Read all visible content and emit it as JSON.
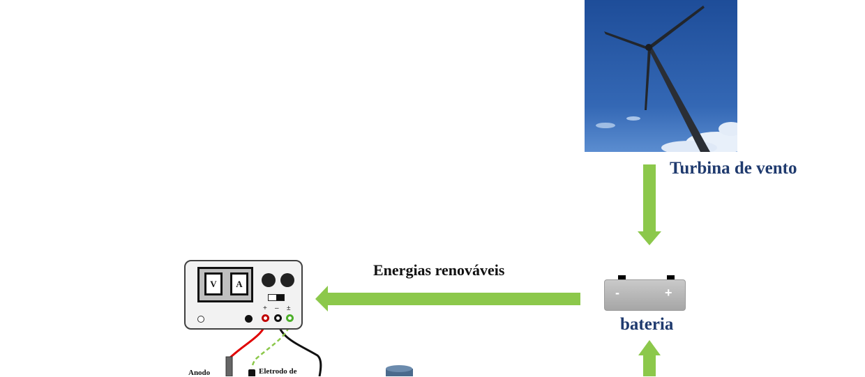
{
  "labels": {
    "turbine": "Turbina de vento",
    "renewables": "Energias renováveis",
    "battery": "bateria",
    "anode": "Anodo",
    "reference_electrode": "Eletrodo de"
  },
  "battery": {
    "negative": "-",
    "positive": "+"
  },
  "power_supply": {
    "voltmeter": "V",
    "ammeter": "A",
    "terminals": [
      "+",
      "–",
      "±"
    ]
  },
  "colors": {
    "arrow": "#8cc84b",
    "label_text": "#1f3a6e",
    "sky": "#2c5aa6",
    "red_wire": "#e00000",
    "green_wire": "#8cc84b"
  }
}
